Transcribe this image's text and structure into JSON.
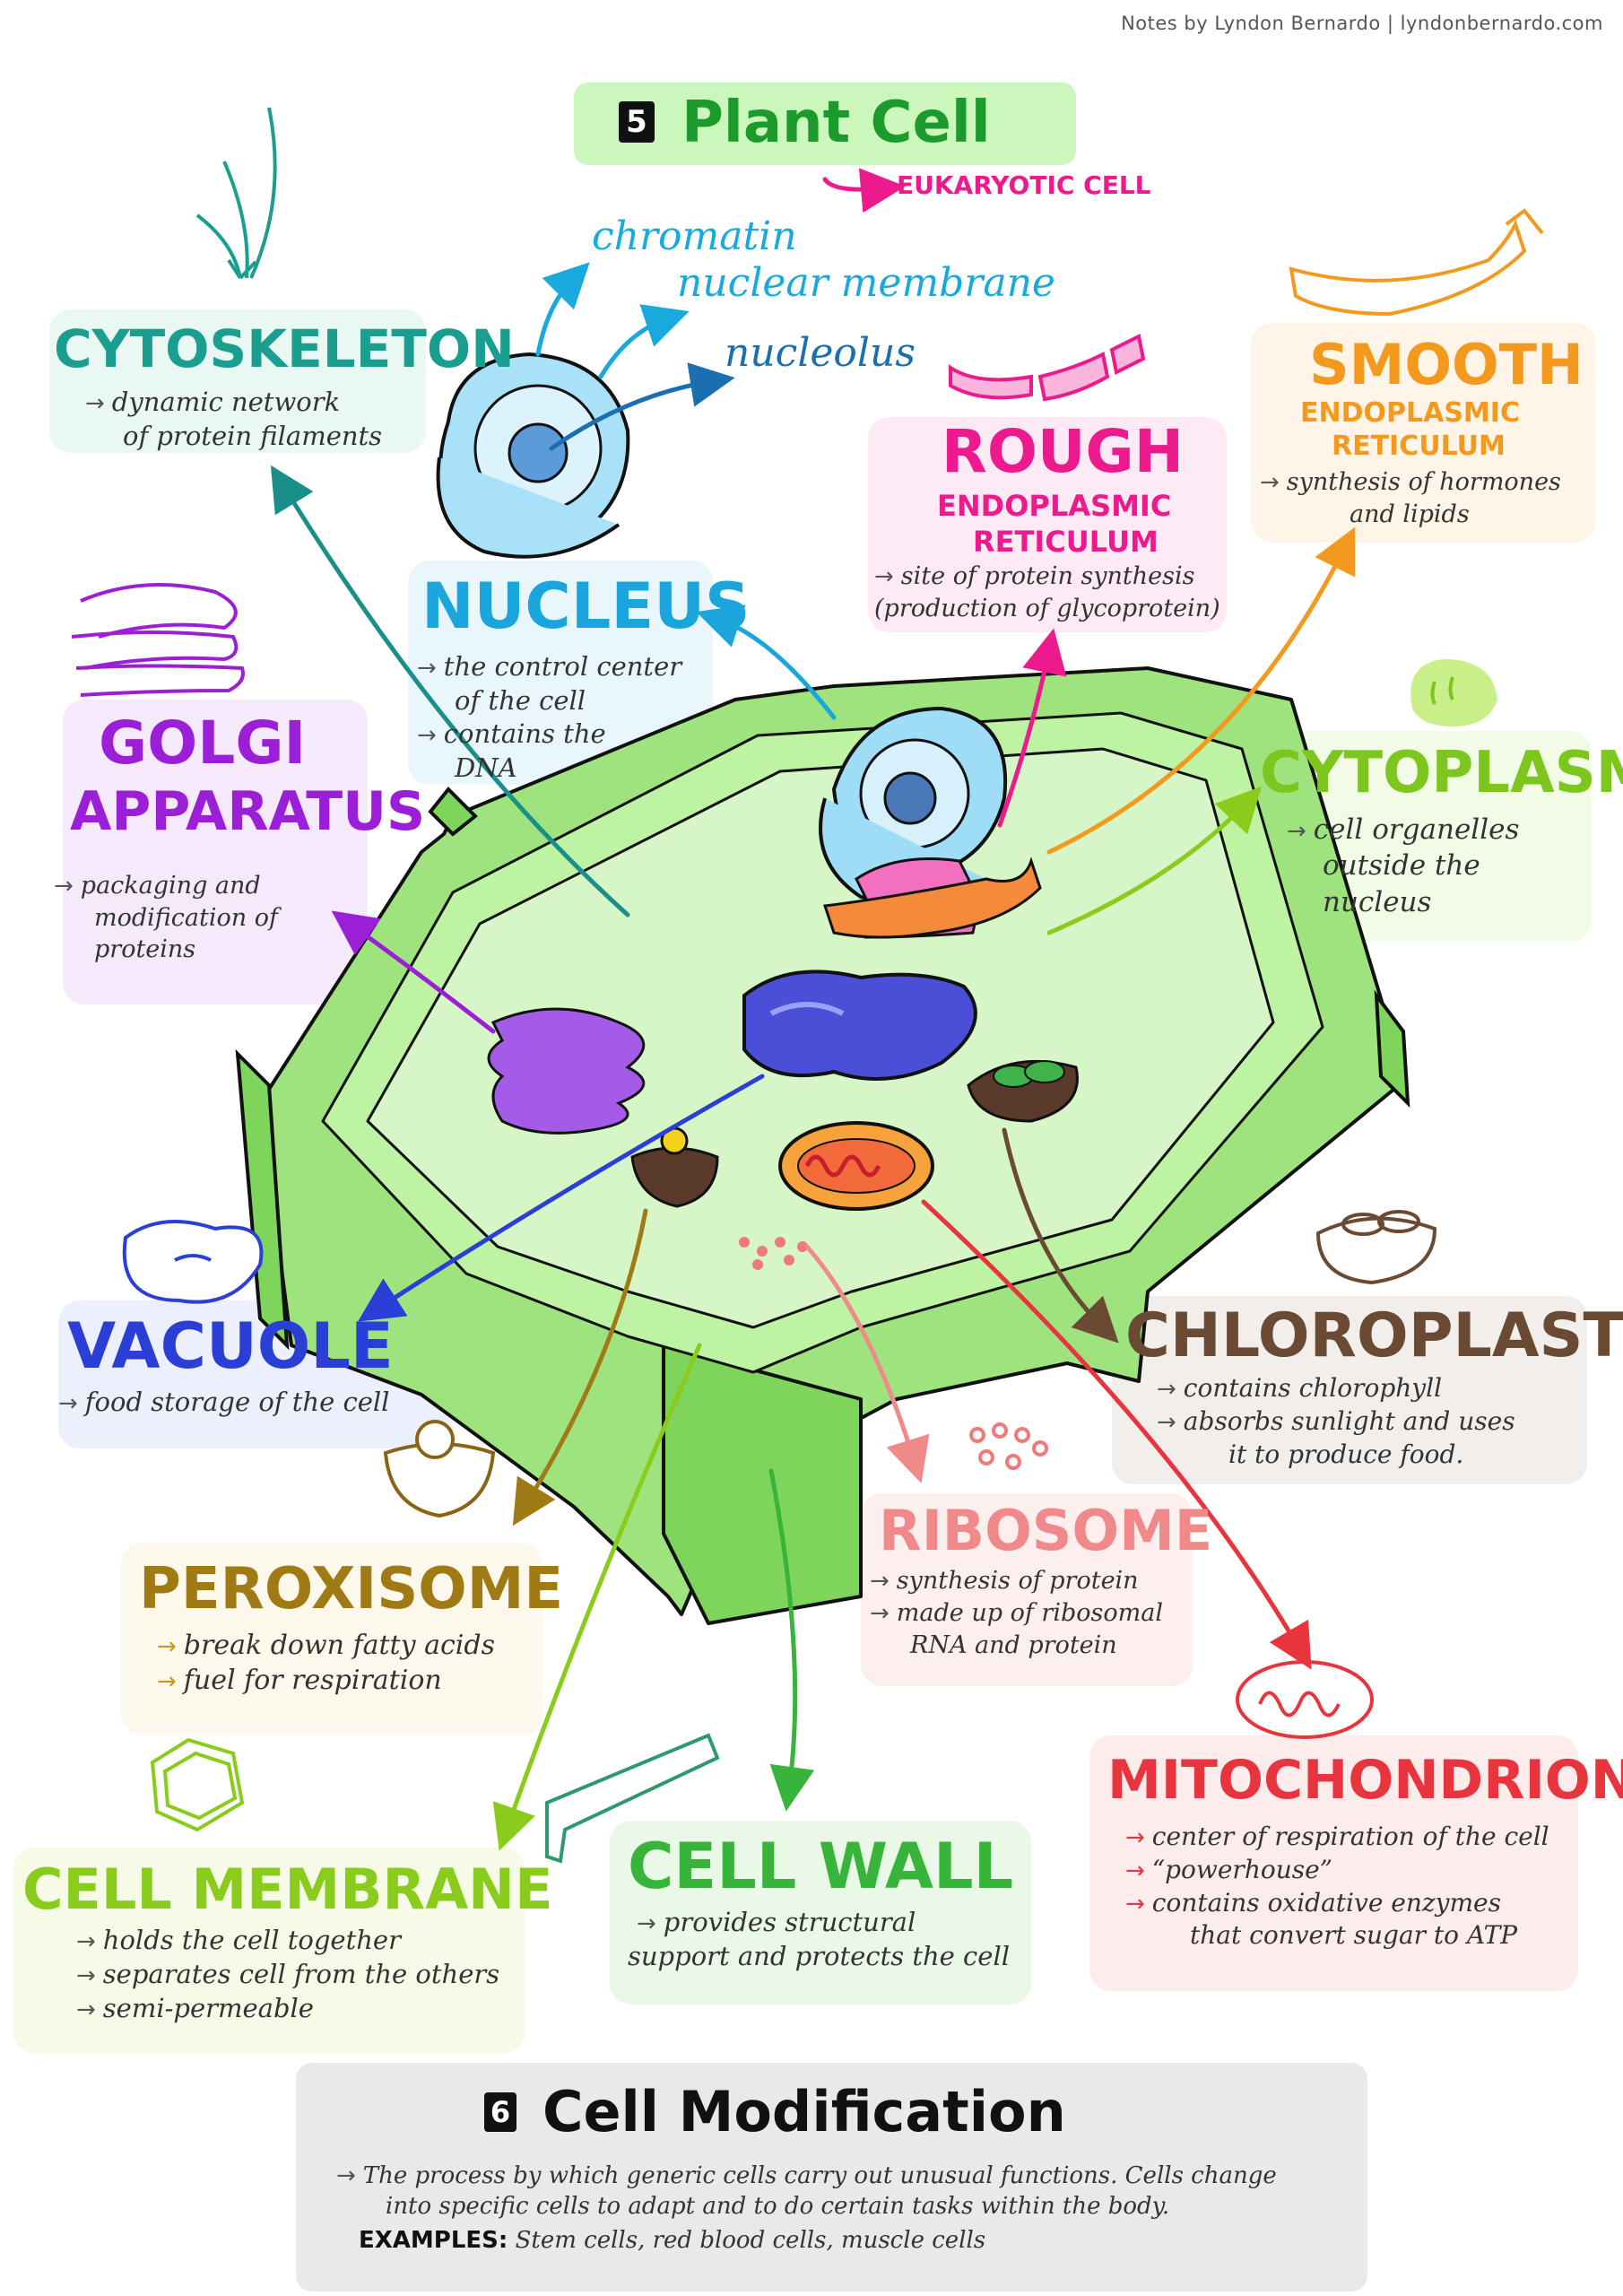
{
  "credit": "Notes by Lyndon Bernardo | lyndonbernardo.com",
  "header": {
    "number": "5",
    "title": "Plant Cell",
    "subtitle": "EUKARYOTIC CELL"
  },
  "nucleus_parts": {
    "chromatin": "chromatin",
    "nuclear_membrane": "nuclear membrane",
    "nucleolus": "nucleolus"
  },
  "organelles": {
    "cytoskeleton": {
      "title": "CYTOSKELETON",
      "color": "#1a9e8f",
      "bullets": [
        "dynamic network",
        "of protein filaments"
      ]
    },
    "nucleus": {
      "title": "NUCLEUS",
      "color": "#1aa6dc",
      "bullets": [
        "the control center",
        "of the cell",
        "contains the",
        "DNA"
      ]
    },
    "rough_er": {
      "title": "ROUGH",
      "sub1": "ENDOPLASMIC",
      "sub2": "RETICULUM",
      "color": "#ec1a8c",
      "bullets": [
        "site of protein synthesis",
        "(production of glycoprotein)"
      ]
    },
    "smooth_er": {
      "title": "SMOOTH",
      "sub1": "ENDOPLASMIC",
      "sub2": "RETICULUM",
      "color": "#f39a1e",
      "bullets": [
        "synthesis of hormones",
        "and lipids"
      ]
    },
    "golgi": {
      "title1": "GOLGI",
      "title2": "APPARATUS",
      "color": "#9b1fd6",
      "bullets": [
        "packaging and",
        "modification of",
        "proteins"
      ]
    },
    "cytoplasm": {
      "title": "CYTOPLASM",
      "color": "#7dc61e",
      "bullets": [
        "cell organelles",
        "outside the",
        "nucleus"
      ]
    },
    "vacuole": {
      "title": "VACUOLE",
      "color": "#2b3fd6",
      "bullets": [
        "food storage of the cell"
      ]
    },
    "chloroplast": {
      "title": "CHLOROPLAST",
      "color": "#6b4a34",
      "bullets": [
        "contains chlorophyll",
        "absorbs sunlight and uses",
        "it to produce food."
      ]
    },
    "peroxisome": {
      "title": "PEROXISOME",
      "color": "#a07a14",
      "bullets": [
        "break down fatty acids",
        "fuel for respiration"
      ]
    },
    "ribosome": {
      "title": "RIBOSOME",
      "color": "#f08a8a",
      "bullets": [
        "synthesis of protein",
        "made up of ribosomal",
        "RNA and protein"
      ]
    },
    "mitochondrion": {
      "title": "MITOCHONDRION",
      "color": "#e8343c",
      "bullets": [
        "center of respiration of the cell",
        "“powerhouse”",
        "contains oxidative enzymes",
        "that convert sugar to ATP"
      ]
    },
    "cell_membrane": {
      "title": "CELL MEMBRANE",
      "color": "#8acc1c",
      "bullets": [
        "holds the cell together",
        "separates cell from the others",
        "semi-permeable"
      ]
    },
    "cell_wall": {
      "title": "CELL WALL",
      "color": "#39b43a",
      "bullets": [
        "provides structural",
        "support and protects the cell"
      ]
    }
  },
  "modification": {
    "number": "6",
    "title": "Cell Modification",
    "line1": "The process by which generic cells carry out unusual functions. Cells change",
    "line2": "into specific cells to adapt and to do certain tasks within the body.",
    "examples_label": "EXAMPLES:",
    "examples_text": "Stem cells, red blood cells, muscle cells"
  }
}
